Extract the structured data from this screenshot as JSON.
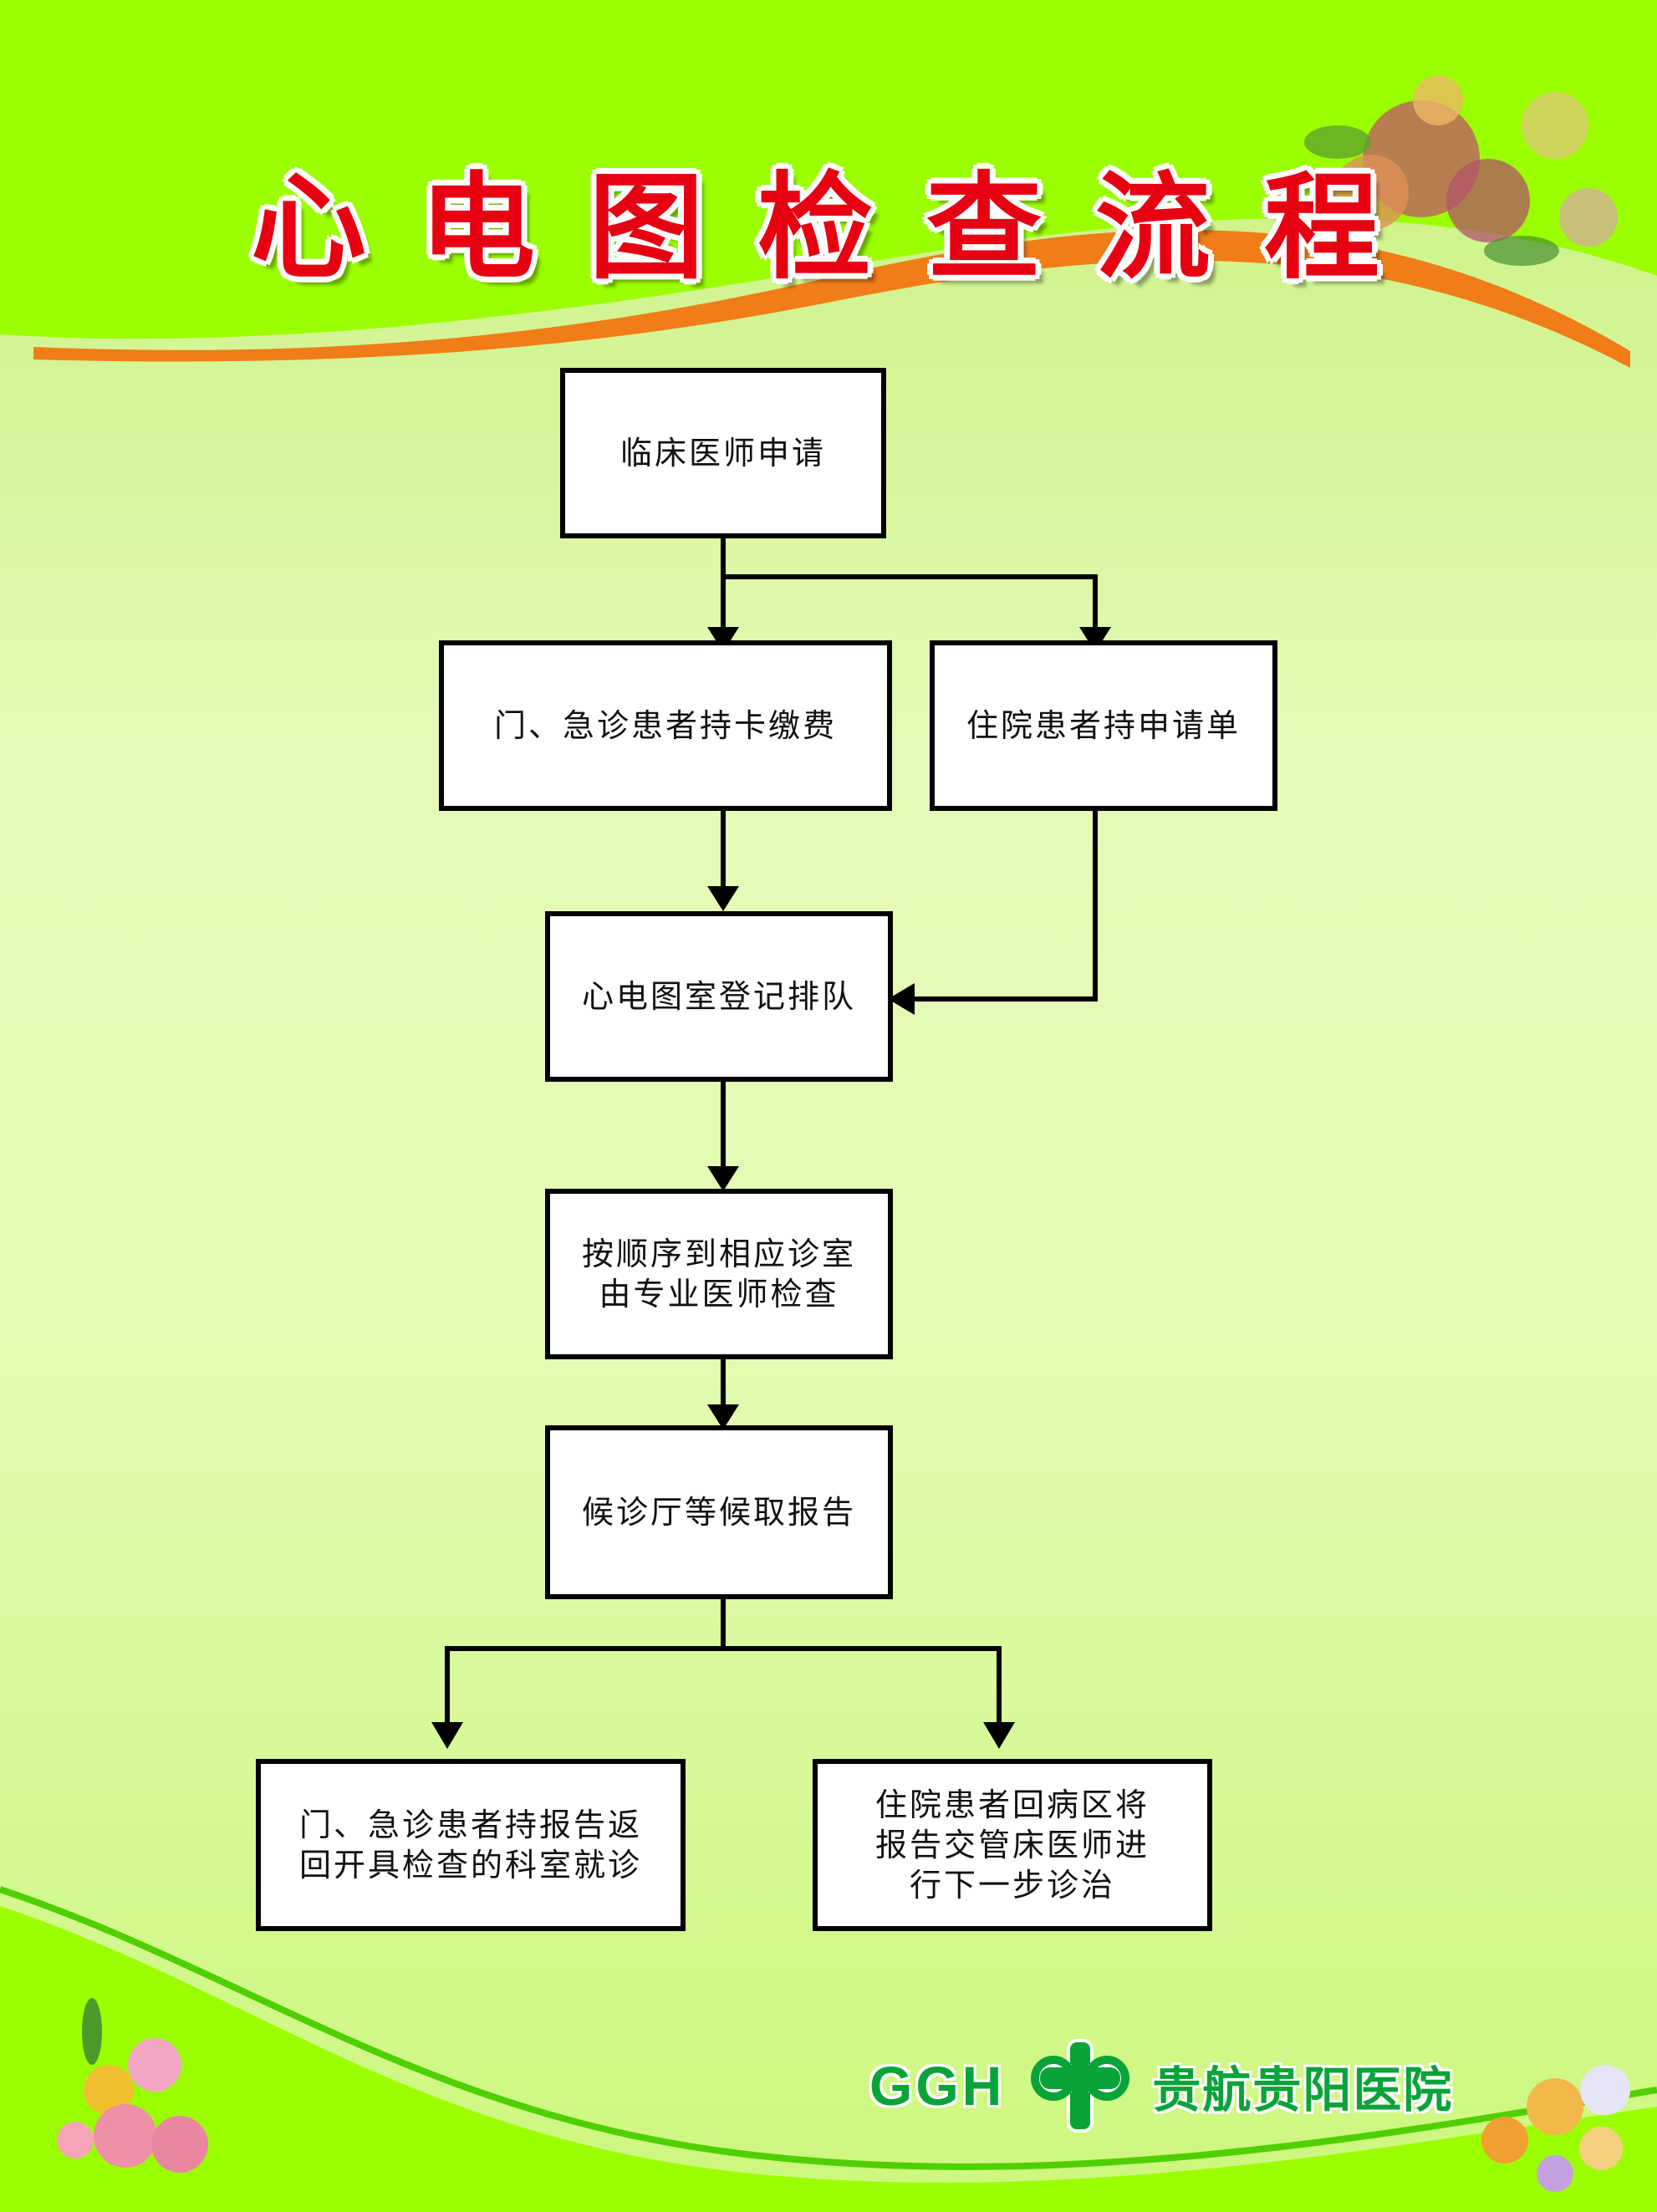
{
  "title": "心电图检查流程",
  "colors": {
    "title": "#e60012",
    "accent_orange": "#f07d18",
    "top_green": "#9cff00",
    "logo_green": "#0aa33a",
    "box_border": "#000000"
  },
  "flow": {
    "step1": "临床医师申请",
    "step2a": "门、急诊患者持卡缴费",
    "step2b": "住院患者持申请单",
    "step3": "心电图室登记排队",
    "step4": [
      "按顺序到相应诊室",
      "由专业医师检查"
    ],
    "step5": "候诊厅等候取报告",
    "step6a": [
      "门、急诊患者持报告返",
      "回开具检查的科室就诊"
    ],
    "step6b": [
      "住院患者回病区将",
      "报告交管床医师进",
      "行下一步诊治"
    ]
  },
  "footer": {
    "abbr": "GGH",
    "logo_icon": "green-cross-logo-icon",
    "hospital_name": "贵航贵阳医院"
  }
}
